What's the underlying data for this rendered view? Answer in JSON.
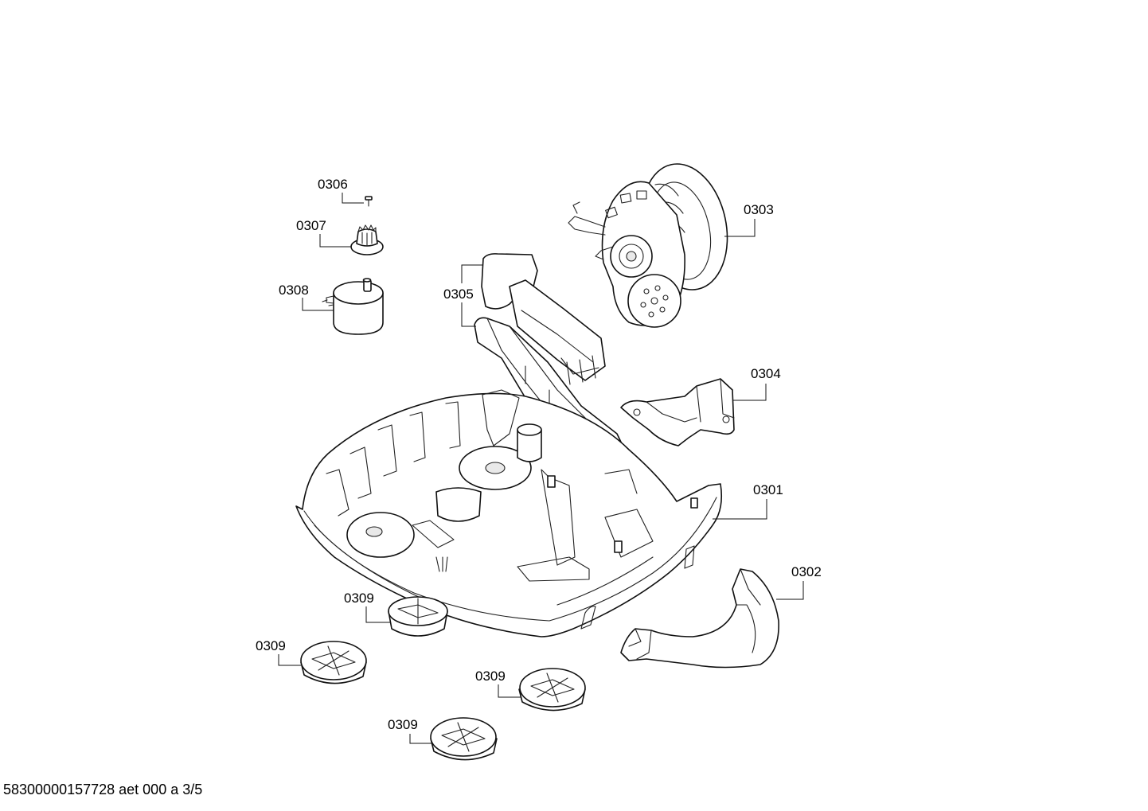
{
  "diagram": {
    "callouts": [
      {
        "id": "0306",
        "label": "0306"
      },
      {
        "id": "0307",
        "label": "0307"
      },
      {
        "id": "0308",
        "label": "0308"
      },
      {
        "id": "0305",
        "label": "0305"
      },
      {
        "id": "0303",
        "label": "0303"
      },
      {
        "id": "0304",
        "label": "0304"
      },
      {
        "id": "0301",
        "label": "0301"
      },
      {
        "id": "0302",
        "label": "0302"
      },
      {
        "id": "0309a",
        "label": "0309"
      },
      {
        "id": "0309b",
        "label": "0309"
      },
      {
        "id": "0309c",
        "label": "0309"
      },
      {
        "id": "0309d",
        "label": "0309"
      }
    ]
  },
  "footer": {
    "document_code": "58300000157728 aet 000 a 3/5"
  }
}
